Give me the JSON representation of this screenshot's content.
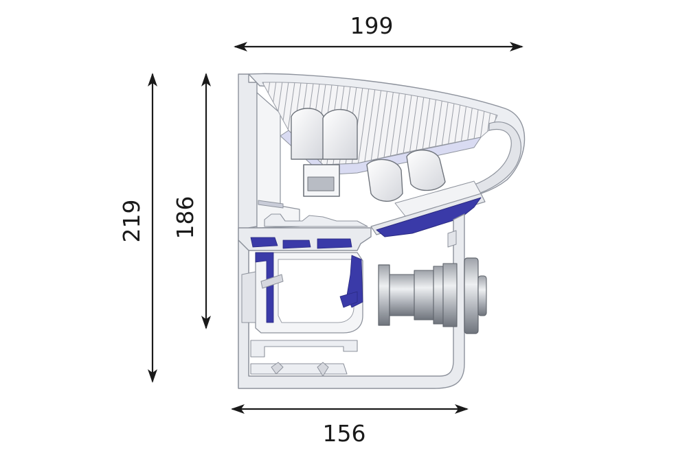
{
  "dimensions": {
    "top_width": "199",
    "bottom_width": "156",
    "outer_height": "219",
    "inner_height": "186"
  },
  "colors": {
    "profile_fill": "#e9ebef",
    "profile_stroke": "#8d929c",
    "seal_blue": "#3a3aa8",
    "curtain_fill": "#f2f2f4",
    "motor_metal": "#b9bcc2",
    "arrow": "#1a1a1a"
  }
}
